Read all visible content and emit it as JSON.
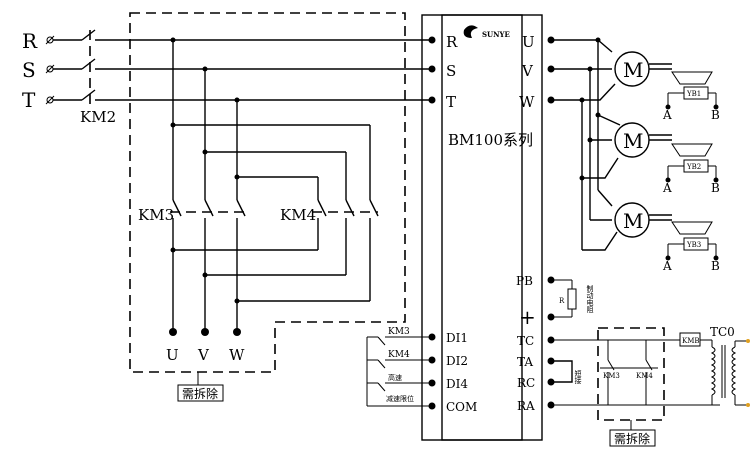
{
  "source_labels": {
    "r": "R",
    "s": "S",
    "t": "T"
  },
  "switches": {
    "km2": "KM2",
    "km3": "KM3",
    "km4": "KM4"
  },
  "outputs": {
    "u": "U",
    "v": "V",
    "w": "W"
  },
  "remove_label": "需拆除",
  "controller": {
    "brand": "SUNYE",
    "model": "BM100系列",
    "left_terminals": {
      "r": "R",
      "s": "S",
      "t": "T",
      "di1": "DI1",
      "di2": "DI2",
      "di4": "DI4",
      "com": "COM"
    },
    "right_terminals": {
      "u": "U",
      "v": "V",
      "w": "W",
      "pb": "PB",
      "plus": "+",
      "tc": "TC",
      "ta": "TA",
      "rc": "RC",
      "ra": "RA"
    }
  },
  "di_inputs": {
    "km3": "KM3",
    "km4": "KM4",
    "high_speed": "高速",
    "decel_limit": "减速限位"
  },
  "motors": [
    {
      "label": "M",
      "brake": "YB1",
      "a": "A",
      "b": "B"
    },
    {
      "label": "M",
      "brake": "YB2",
      "a": "A",
      "b": "B"
    },
    {
      "label": "M",
      "brake": "YB3",
      "a": "A",
      "b": "B"
    }
  ],
  "brake_resistor": {
    "label": "R",
    "note": "制动电阻"
  },
  "short_label": "短接",
  "relay_box": {
    "km3": "KM3",
    "km4": "KM4",
    "kmb": "KMB",
    "tc": "TC0"
  }
}
